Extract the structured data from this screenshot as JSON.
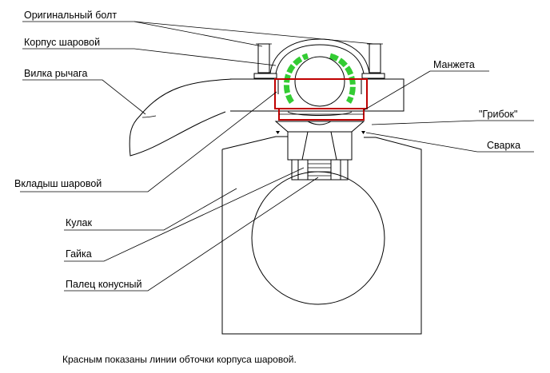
{
  "labels": {
    "original_bolt": "Оригинальный болт",
    "ball_housing": "Корпус шаровой",
    "lever_fork": "Вилка рычага",
    "cuff": "Манжета",
    "mushroom": "\"Грибок\"",
    "weld": "Сварка",
    "ball_liner": "Вкладыш шаровой",
    "knuckle": "Кулак",
    "nut": "Гайка",
    "tapered_pin": "Палец конусный"
  },
  "caption": "Красным показаны линии обточки корпуса шаровой.",
  "colors": {
    "line": "#000000",
    "cut_lines": "#c00000",
    "liner": "#33cc33",
    "hatch": "#000000"
  }
}
